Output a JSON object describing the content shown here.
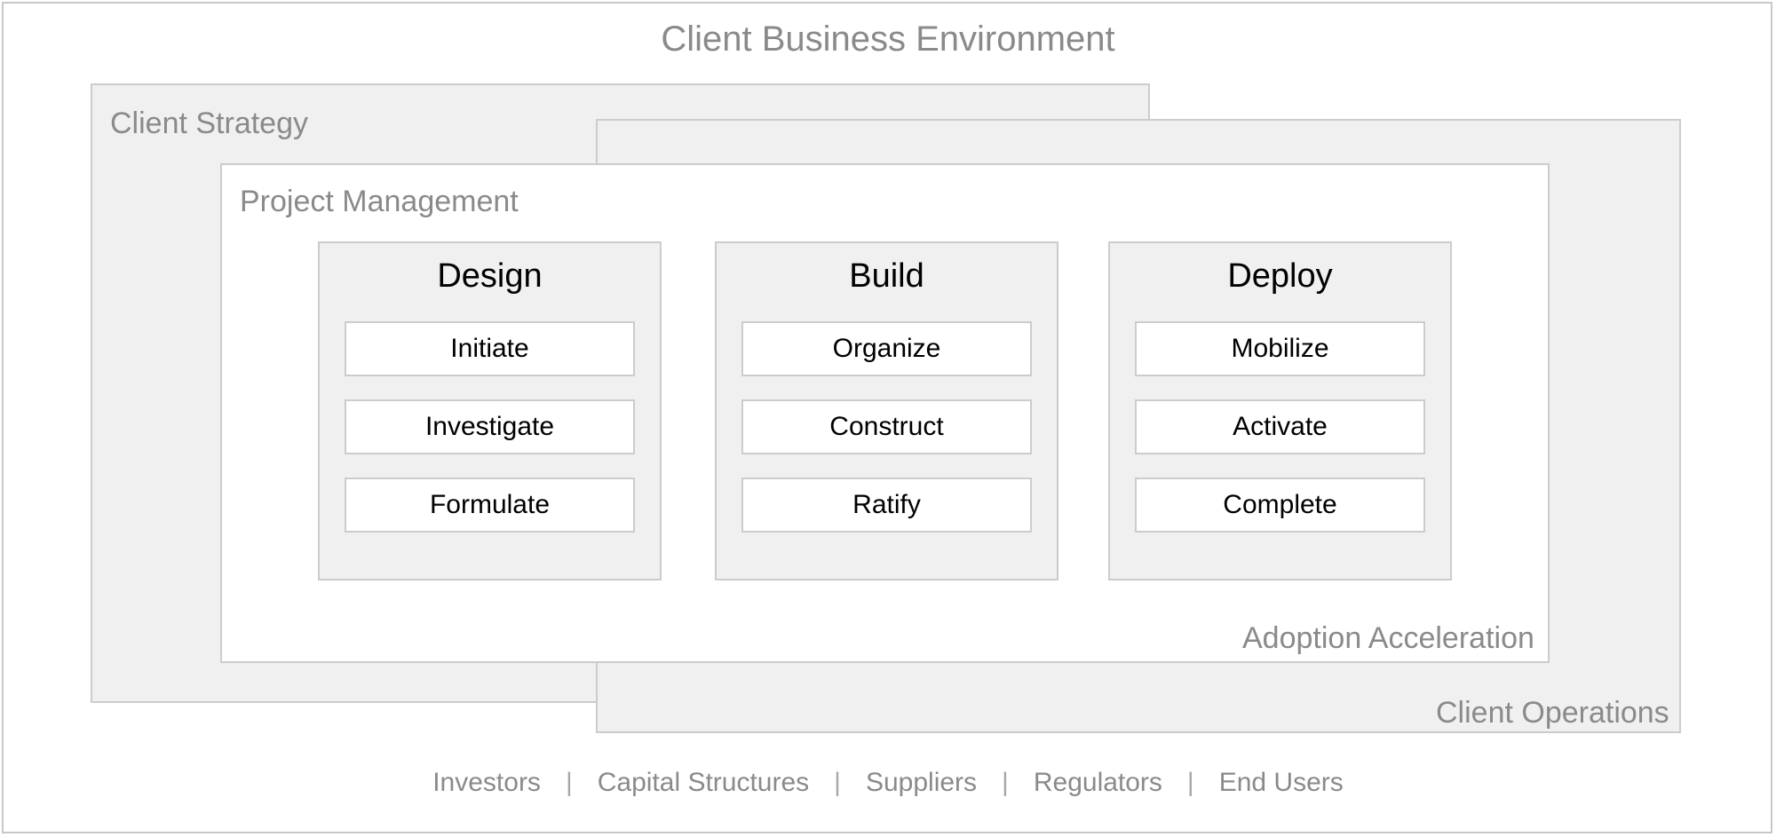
{
  "diagram": {
    "title": "Client Business Environment",
    "colors": {
      "panel_fill": "#f0f0f0",
      "panel_border": "#cccccc",
      "white_fill": "#ffffff",
      "label_gray": "#8a8a8a",
      "text_black": "#000000",
      "outer_border": "#c8c8c8"
    },
    "layers": [
      {
        "id": "client-strategy",
        "label": "Client Strategy",
        "label_position": "top-left"
      },
      {
        "id": "adoption-acceleration",
        "label": "Adoption Acceleration",
        "label_position": "bottom-right"
      },
      {
        "id": "client-operations",
        "label": "Client Operations",
        "label_position": "bottom-right"
      },
      {
        "id": "project-management",
        "label": "Project Management",
        "label_position": "top-left"
      }
    ],
    "phases": [
      {
        "id": "design",
        "title": "Design",
        "steps": [
          "Initiate",
          "Investigate",
          "Formulate"
        ]
      },
      {
        "id": "build",
        "title": "Build",
        "steps": [
          "Organize",
          "Construct",
          "Ratify"
        ]
      },
      {
        "id": "deploy",
        "title": "Deploy",
        "steps": [
          "Mobilize",
          "Activate",
          "Complete"
        ]
      }
    ],
    "stakeholders": {
      "separator": "|",
      "items": [
        "Investors",
        "Capital Structures",
        "Suppliers",
        "Regulators",
        "End Users"
      ]
    }
  }
}
